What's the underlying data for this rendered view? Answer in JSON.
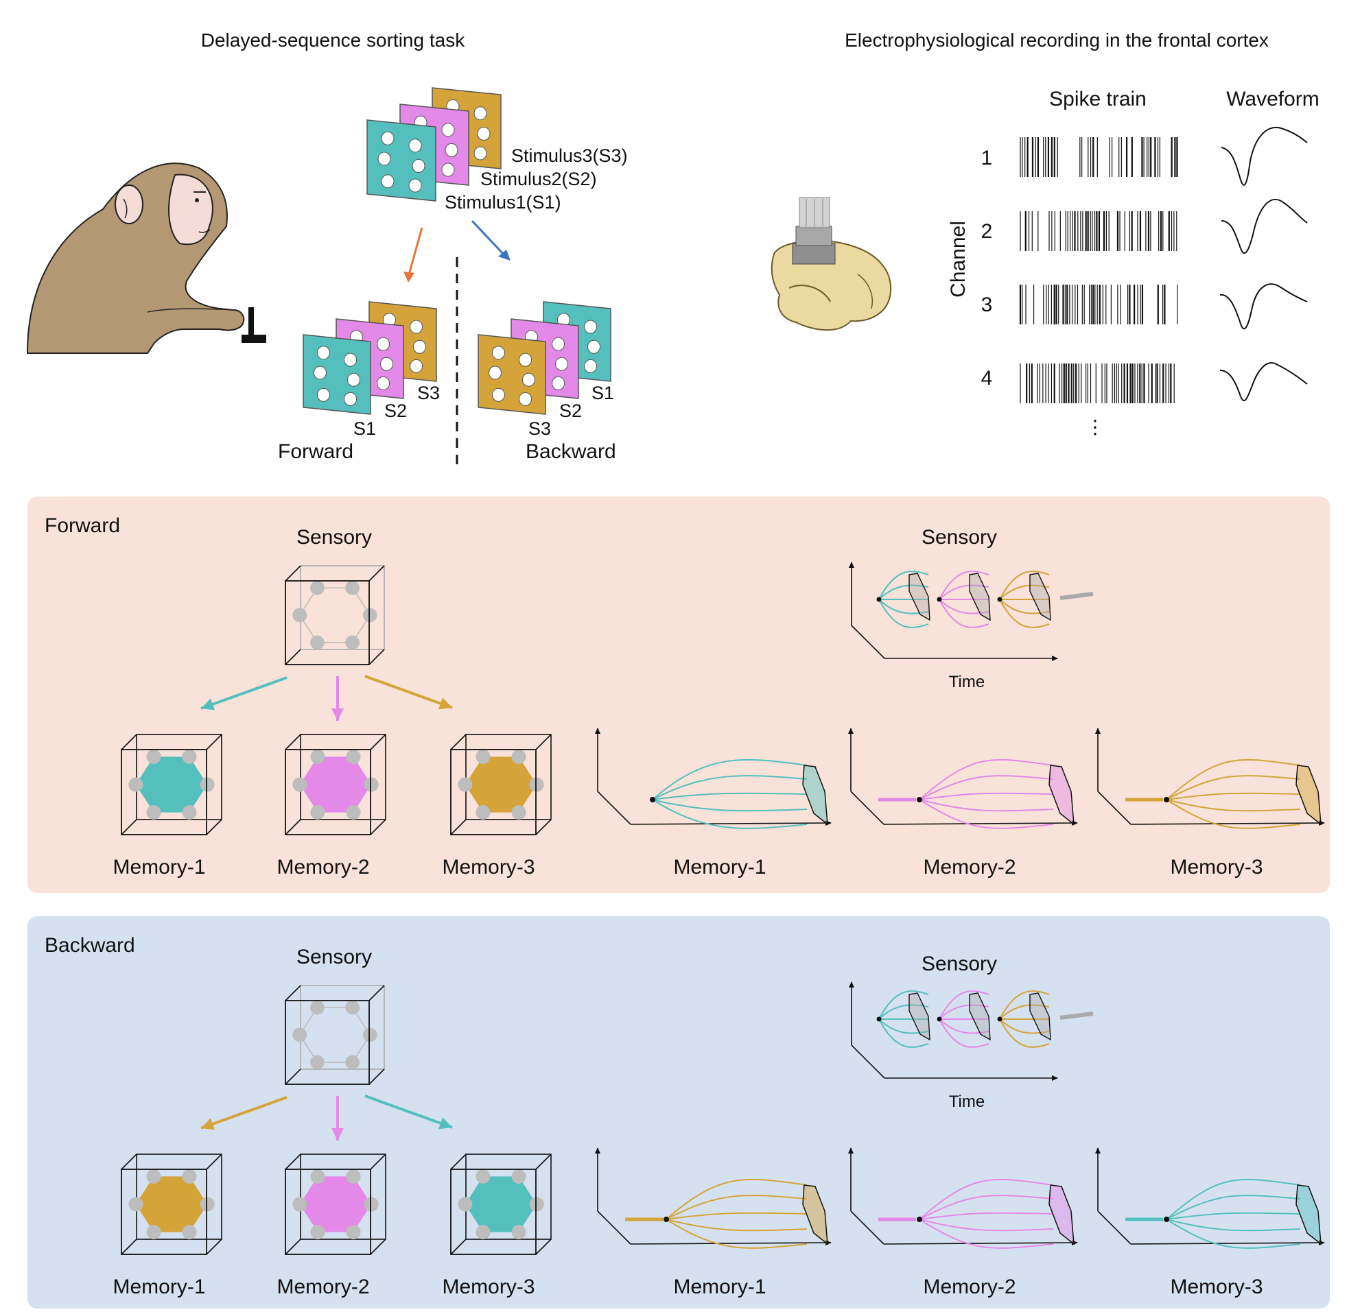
{
  "top": {
    "task_title": "Delayed-sequence sorting task",
    "recording_title": "Electrophysiological recording in the frontal cortex",
    "stimuli": [
      "Stimulus3(S3)",
      "Stimulus2(S2)",
      "Stimulus1(S1)"
    ],
    "forward_stack": [
      "S3",
      "S2",
      "S1"
    ],
    "backward_stack": [
      "S1",
      "S2",
      "S3"
    ],
    "forward_label": "Forward",
    "backward_label": "Backward",
    "spike_train_header": "Spike train",
    "waveform_header": "Waveform",
    "channel_axis": "Channel",
    "channels": [
      "1",
      "2",
      "3",
      "4"
    ],
    "ellipsis": "⋮"
  },
  "panels": [
    {
      "key": "forward",
      "title": "Forward",
      "bg": "#f8e2d9",
      "sensory_label": "Sensory",
      "sensory_traj_label": "Sensory",
      "time_label": "Time",
      "memory_order": [
        "teal",
        "magenta",
        "gold"
      ],
      "memory_labels": [
        "Memory-1",
        "Memory-2",
        "Memory-3"
      ],
      "traj_labels": [
        "Memory-1",
        "Memory-2",
        "Memory-3"
      ]
    },
    {
      "key": "backward",
      "title": "Backward",
      "bg": "#d6e1ef",
      "sensory_label": "Sensory",
      "sensory_traj_label": "Sensory",
      "time_label": "Time",
      "memory_order": [
        "gold",
        "magenta",
        "teal"
      ],
      "memory_labels": [
        "Memory-1",
        "Memory-2",
        "Memory-3"
      ],
      "traj_labels": [
        "Memory-1",
        "Memory-2",
        "Memory-3"
      ]
    }
  ],
  "colors": {
    "teal": "#54bfbd",
    "magenta": "#e389e8",
    "gold": "#d4a43a",
    "orange_arrow": "#e8743b",
    "blue_arrow": "#3a74c0",
    "node_gray": "#bdbdbd",
    "monkey_fur": "#b49873",
    "monkey_face": "#f6dcd6",
    "skull": "#ead9a0"
  }
}
